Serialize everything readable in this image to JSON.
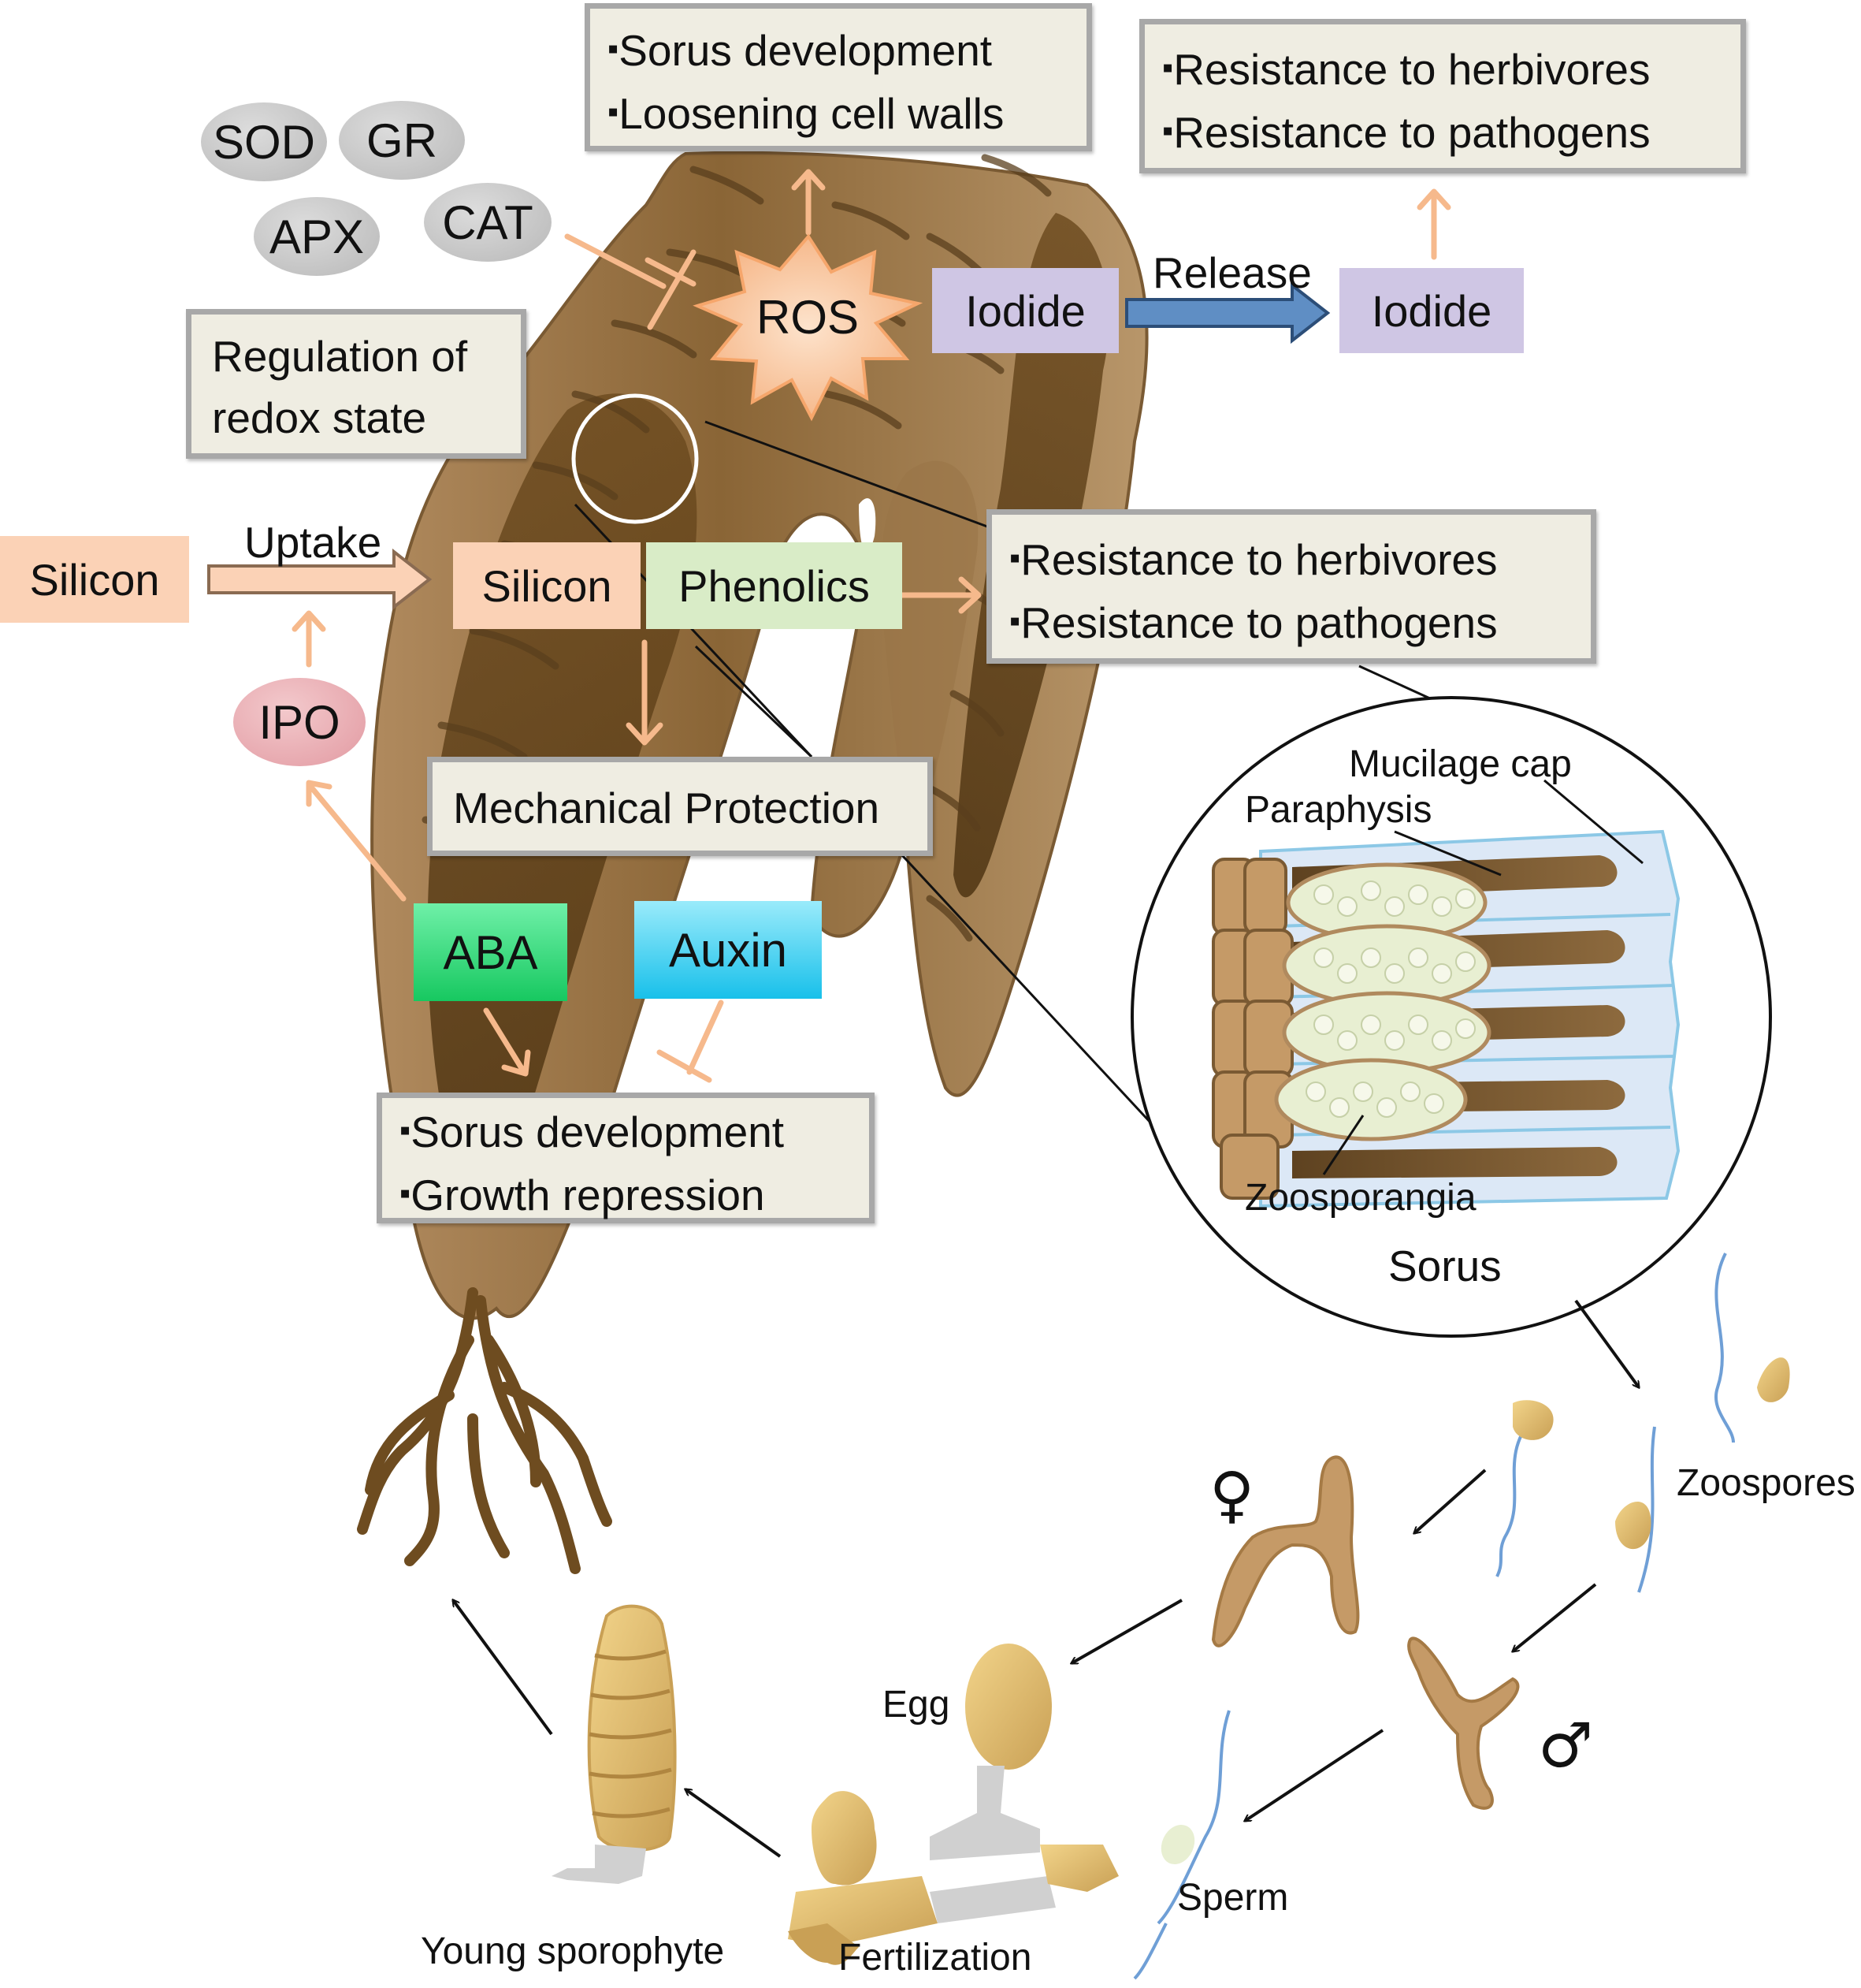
{
  "enzymes": {
    "sod": "SOD",
    "gr": "GR",
    "apx": "APX",
    "cat": "CAT"
  },
  "redox": {
    "line1": "Regulation of",
    "line2": "redox state"
  },
  "top_effects": {
    "item1": "Sorus development",
    "item2": "Loosening cell walls"
  },
  "iodide_effects": {
    "item1": "Resistance to herbivores",
    "item2": "Resistance to pathogens"
  },
  "ros": "ROS",
  "iodide": {
    "inside": "Iodide",
    "released": "Iodide",
    "release_label": "Release"
  },
  "silicon": {
    "outside": "Silicon",
    "inside": "Silicon",
    "uptake_label": "Uptake"
  },
  "phenolics": "Phenolics",
  "phenolic_effects": {
    "item1": "Resistance to herbivores",
    "item2": "Resistance to pathogens"
  },
  "ipo": "IPO",
  "mechanical": "Mechanical Protection",
  "hormones": {
    "aba": "ABA",
    "auxin": "Auxin"
  },
  "hormone_effects": {
    "item1": "Sorus development",
    "item2": "Growth repression"
  },
  "sorus": {
    "title": "Sorus",
    "mucilage_cap": "Mucilage cap",
    "paraphysis": "Paraphysis",
    "zoosporangia": "Zoosporangia"
  },
  "life_cycle": {
    "zoospores": "Zoospores",
    "female_symbol": "♀",
    "male_symbol": "♂",
    "egg": "Egg",
    "sperm": "Sperm",
    "fertilization": "Fertilization",
    "young_sporophyte": "Young sporophyte"
  },
  "colors": {
    "arrow_orange": "#f6b98c",
    "silicon_fill": "#fbd2b6",
    "phenolics_fill": "#d9ecc7",
    "iodide_fill": "#cfc6e4",
    "aba_fill": "#2fd97a",
    "auxin_fill": "#4dd4f2",
    "ipo_fill": "#e7a6ac",
    "kelp_dark": "#6b4a22",
    "kelp_light": "#b08a5e",
    "release_arrow": "#5f8ec4"
  }
}
